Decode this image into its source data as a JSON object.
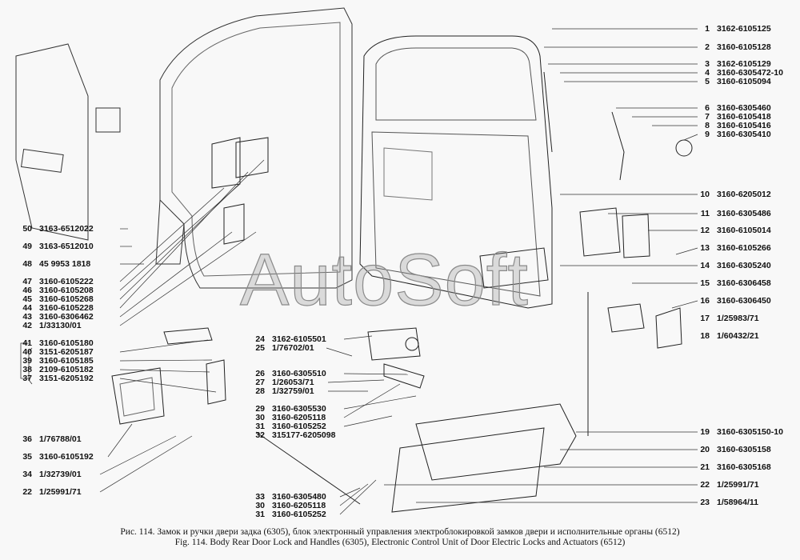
{
  "watermark": "AutoSoft",
  "parts_right": [
    {
      "num": "1",
      "code": "3162-6105125"
    },
    {
      "num": "2",
      "code": "3160-6105128"
    },
    {
      "num": "3",
      "code": "3162-6105129"
    },
    {
      "num": "4",
      "code": "3160-6305472-10"
    },
    {
      "num": "5",
      "code": "3160-6105094"
    },
    {
      "num": "6",
      "code": "3160-6305460"
    },
    {
      "num": "7",
      "code": "3160-6105418"
    },
    {
      "num": "8",
      "code": "3160-6105416"
    },
    {
      "num": "9",
      "code": "3160-6305410"
    },
    {
      "num": "10",
      "code": "3160-6205012"
    },
    {
      "num": "11",
      "code": "3160-6305486"
    },
    {
      "num": "12",
      "code": "3160-6105014"
    },
    {
      "num": "13",
      "code": "3160-6105266"
    },
    {
      "num": "14",
      "code": "3160-6305240"
    },
    {
      "num": "15",
      "code": "3160-6306458"
    },
    {
      "num": "16",
      "code": "3160-6306450"
    },
    {
      "num": "17",
      "code": "1/25983/71"
    },
    {
      "num": "18",
      "code": "1/60432/21"
    },
    {
      "num": "19",
      "code": "3160-6305150-10"
    },
    {
      "num": "20",
      "code": "3160-6305158"
    },
    {
      "num": "21",
      "code": "3160-6305168"
    },
    {
      "num": "22",
      "code": "1/25991/71"
    },
    {
      "num": "23",
      "code": "1/58964/11"
    }
  ],
  "parts_left": [
    {
      "num": "50",
      "code": "3163-6512022"
    },
    {
      "num": "49",
      "code": "3163-6512010"
    },
    {
      "num": "48",
      "code": "45  9953  1818"
    },
    {
      "num": "47",
      "code": "3160-6105222"
    },
    {
      "num": "46",
      "code": "3160-6105208"
    },
    {
      "num": "45",
      "code": "3160-6105268"
    },
    {
      "num": "44",
      "code": "3160-6105228"
    },
    {
      "num": "43",
      "code": "3160-6306462"
    },
    {
      "num": "42",
      "code": "1/33130/01"
    },
    {
      "num": "41",
      "code": "3160-6105180"
    },
    {
      "num": "40",
      "code": "3151-6205187"
    },
    {
      "num": "39",
      "code": "3160-6105185"
    },
    {
      "num": "38",
      "code": "2109-6105182"
    },
    {
      "num": "37",
      "code": "3151-6205192"
    },
    {
      "num": "36",
      "code": "1/76788/01"
    },
    {
      "num": "35",
      "code": "3160-6105192"
    },
    {
      "num": "34",
      "code": "1/32739/01"
    },
    {
      "num": "22",
      "code": "1/25991/71"
    }
  ],
  "parts_middle": [
    {
      "num": "24",
      "code": "3162-6105501"
    },
    {
      "num": "25",
      "code": "1/76702/01"
    },
    {
      "num": "26",
      "code": "3160-6305510"
    },
    {
      "num": "27",
      "code": "1/26053/71"
    },
    {
      "num": "28",
      "code": "1/32759/01"
    },
    {
      "num": "29",
      "code": "3160-6305530"
    },
    {
      "num": "30",
      "code": "3160-6205118"
    },
    {
      "num": "31",
      "code": "3160-6105252"
    },
    {
      "num": "32",
      "code": "315177-6205098"
    },
    {
      "num": "33",
      "code": "3160-6305480"
    },
    {
      "num": "30",
      "code": "3160-6205118"
    },
    {
      "num": "31",
      "code": "3160-6105252"
    }
  ],
  "caption": {
    "ru": "Рис. 114. Замок и ручки двери задка (6305), блок электронный управления электроблокировкой замков двери и исполнительные органы (6512)",
    "en": "Fig. 114. Body Rear Door Lock and Handles (6305), Electronic Control Unit of Door Electric Locks and Actuators (6512)"
  }
}
